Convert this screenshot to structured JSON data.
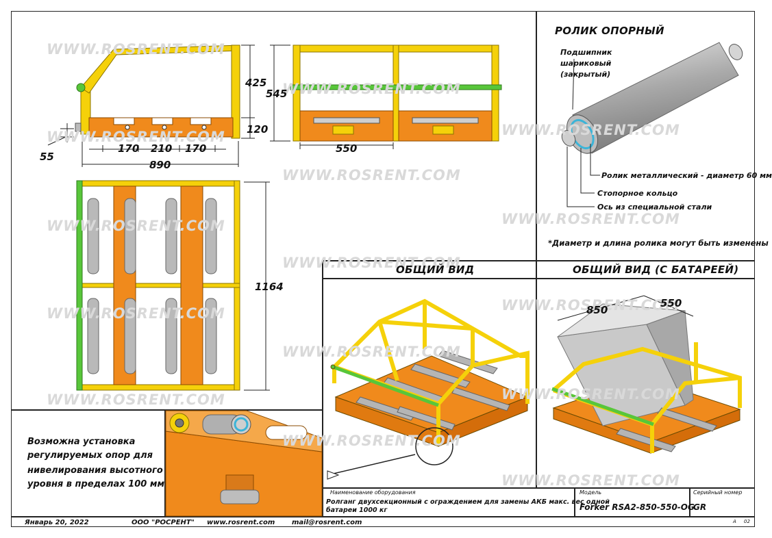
{
  "watermark": "WWW.ROSRENT.COM",
  "top_view_dims": {
    "d425": "425",
    "d545": "545",
    "d120": "120",
    "d55": "55",
    "d170a": "170",
    "d210": "210",
    "d170b": "170",
    "d890": "890",
    "d550": "550",
    "d1164": "1164"
  },
  "roller_panel": {
    "title": "РОЛИК ОПОРНЫЙ",
    "bearing_line1": "Подшипник",
    "bearing_line2": "шариковый",
    "bearing_line3": "(закрытый)",
    "roller": "Ролик металлический - диаметр 60 мм",
    "ring": "Стопорное кольцо",
    "axis": "Ось из специальной стали",
    "note": "*Диаметр и длина ролика могут быть изменены"
  },
  "views": {
    "general": "ОБЩИЙ ВИД",
    "general_battery": "ОБЩИЙ ВИД (С БАТАРЕЕЙ)",
    "battery_dim_850": "850",
    "battery_dim_550": "550"
  },
  "detail_note": {
    "line1": "Возможна установка",
    "line2": "регулируемых опор для",
    "line3": "нивелирования высотного",
    "line4": "уровня в пределах 100 мм"
  },
  "title_block": {
    "name_label": "Наименование оборудования",
    "name_line1": "Ролганг двухсекционный с ограждением  для замены АКБ макс. вес одной",
    "name_line2": "батареи 1000 кг",
    "model_label": "Модель",
    "model_value": "Forker RSA2-850-550-OG",
    "serial_label": "Серийный номер",
    "serial_value": "GR",
    "sheet_a": "А",
    "sheet_num": "02"
  },
  "footer": {
    "date": "Январь 20, 2022",
    "company": "ООО \"РОСРЕНТ\"",
    "site": "www.rosrent.com",
    "mail": "mail@rosrent.com"
  },
  "colors": {
    "frame_yellow": "#f5d10a",
    "base_orange": "#f08a1c",
    "guard_green": "#58c63a",
    "roller_gray": "#b8b8b8",
    "battery_gray": "#c9c9c9"
  }
}
